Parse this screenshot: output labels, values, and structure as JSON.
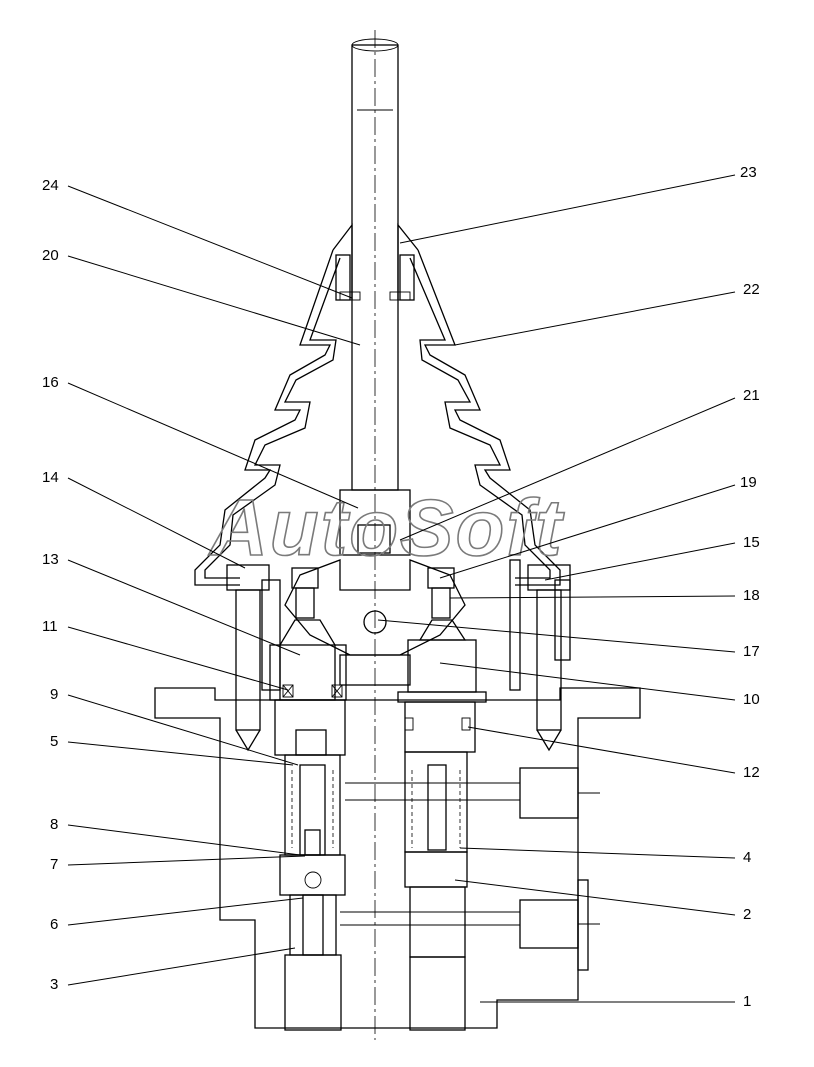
{
  "watermark": "AutoSoft",
  "callouts": [
    {
      "id": "c24",
      "label": "24"
    },
    {
      "id": "c20",
      "label": "20"
    },
    {
      "id": "c16",
      "label": "16"
    },
    {
      "id": "c14",
      "label": "14"
    },
    {
      "id": "c13",
      "label": "13"
    },
    {
      "id": "c11",
      "label": "11"
    },
    {
      "id": "c9",
      "label": "9"
    },
    {
      "id": "c5",
      "label": "5"
    },
    {
      "id": "c8",
      "label": "8"
    },
    {
      "id": "c7",
      "label": "7"
    },
    {
      "id": "c6",
      "label": "6"
    },
    {
      "id": "c3",
      "label": "3"
    },
    {
      "id": "c23",
      "label": "23"
    },
    {
      "id": "c22",
      "label": "22"
    },
    {
      "id": "c21",
      "label": "21"
    },
    {
      "id": "c19",
      "label": "19"
    },
    {
      "id": "c15",
      "label": "15"
    },
    {
      "id": "c18",
      "label": "18"
    },
    {
      "id": "c17",
      "label": "17"
    },
    {
      "id": "c10",
      "label": "10"
    },
    {
      "id": "c12",
      "label": "12"
    },
    {
      "id": "c4",
      "label": "4"
    },
    {
      "id": "c2",
      "label": "2"
    },
    {
      "id": "c1",
      "label": "1"
    }
  ]
}
